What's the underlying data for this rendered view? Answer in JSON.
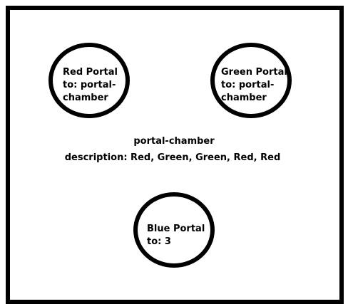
{
  "room": {
    "name": "portal-chamber",
    "description": "description: Red, Green, Green, Red, Red"
  },
  "portals": {
    "red": {
      "line1": "Red Portal",
      "line2": "to: portal-",
      "line3": "chamber",
      "color": "#000000"
    },
    "green": {
      "line1": "Green Portal",
      "line2": "to: portal-",
      "line3": "chamber",
      "color": "#000000"
    },
    "blue": {
      "line1": "Blue Portal",
      "line2": "to: 3",
      "color": "#000000"
    }
  }
}
